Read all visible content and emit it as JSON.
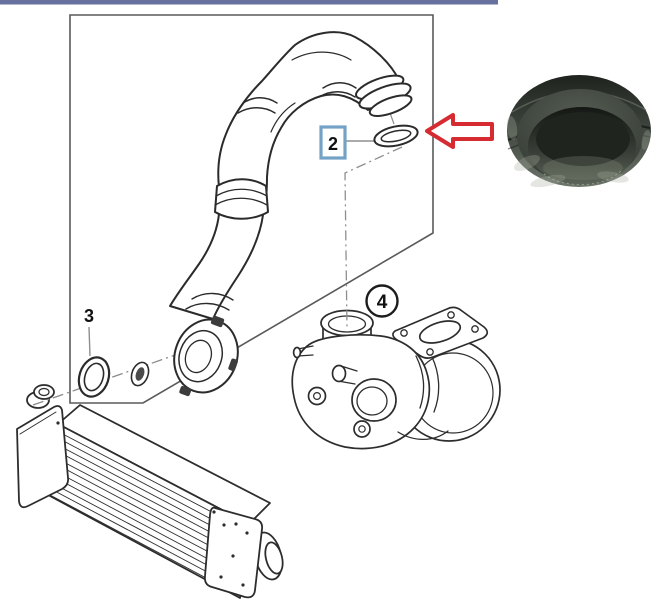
{
  "diagram": {
    "callouts": {
      "two": "2",
      "three": "3",
      "four": "4"
    },
    "parts": [
      "charge-air-pipe",
      "o-ring-gasket-2",
      "o-ring-gasket-3",
      "turbocharger-4",
      "intercooler",
      "profile-seal-photo"
    ],
    "icons": [
      "red-arrow-icon"
    ],
    "colors": {
      "callout_box_border": "#73a2c7",
      "arrow_red": "#d52b31",
      "top_bar": "#67719e",
      "frame_line": "#5a5a5a",
      "drawing_line": "#2b2b2b",
      "leader_line": "#8f8f8f"
    }
  }
}
